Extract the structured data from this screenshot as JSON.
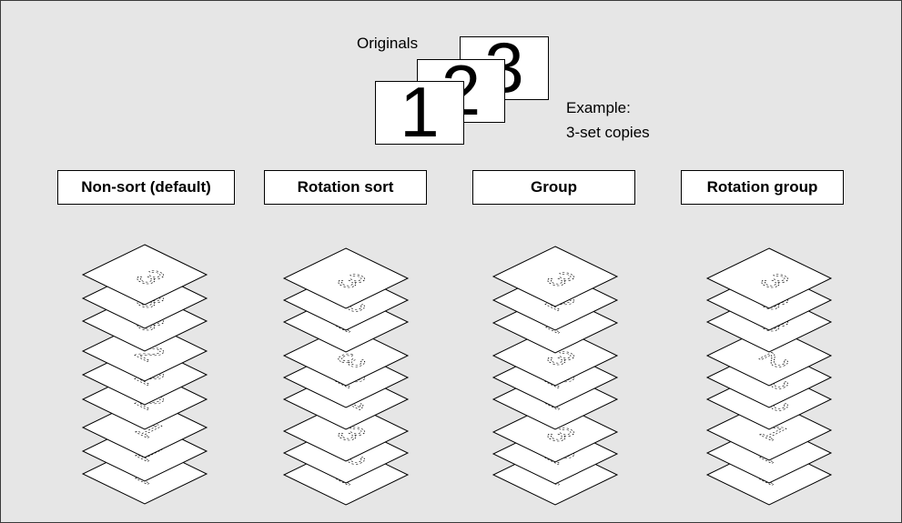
{
  "originals": {
    "label": "Originals",
    "pages": [
      "1",
      "2",
      "3"
    ]
  },
  "example": {
    "line1": "Example:",
    "line2": "3-set copies"
  },
  "modes": [
    {
      "label": "Non-sort (default)",
      "stack": [
        3,
        3,
        3,
        2,
        2,
        2,
        1,
        1,
        1
      ],
      "rotation": [
        0,
        0,
        0,
        0,
        0,
        0,
        0,
        0,
        0
      ]
    },
    {
      "label": "Rotation sort",
      "stack": [
        3,
        2,
        1,
        3,
        2,
        1,
        3,
        2,
        1
      ],
      "rotation": [
        0,
        90,
        0,
        90,
        0,
        90,
        0,
        90,
        0
      ]
    },
    {
      "label": "Group",
      "stack": [
        3,
        2,
        1,
        3,
        2,
        1,
        3,
        2,
        1
      ],
      "rotation": [
        0,
        0,
        0,
        0,
        0,
        0,
        0,
        0,
        0
      ]
    },
    {
      "label": "Rotation group",
      "stack": [
        3,
        3,
        3,
        2,
        2,
        2,
        1,
        1,
        1
      ],
      "rotation": [
        0,
        0,
        0,
        90,
        90,
        90,
        0,
        0,
        0
      ]
    }
  ]
}
